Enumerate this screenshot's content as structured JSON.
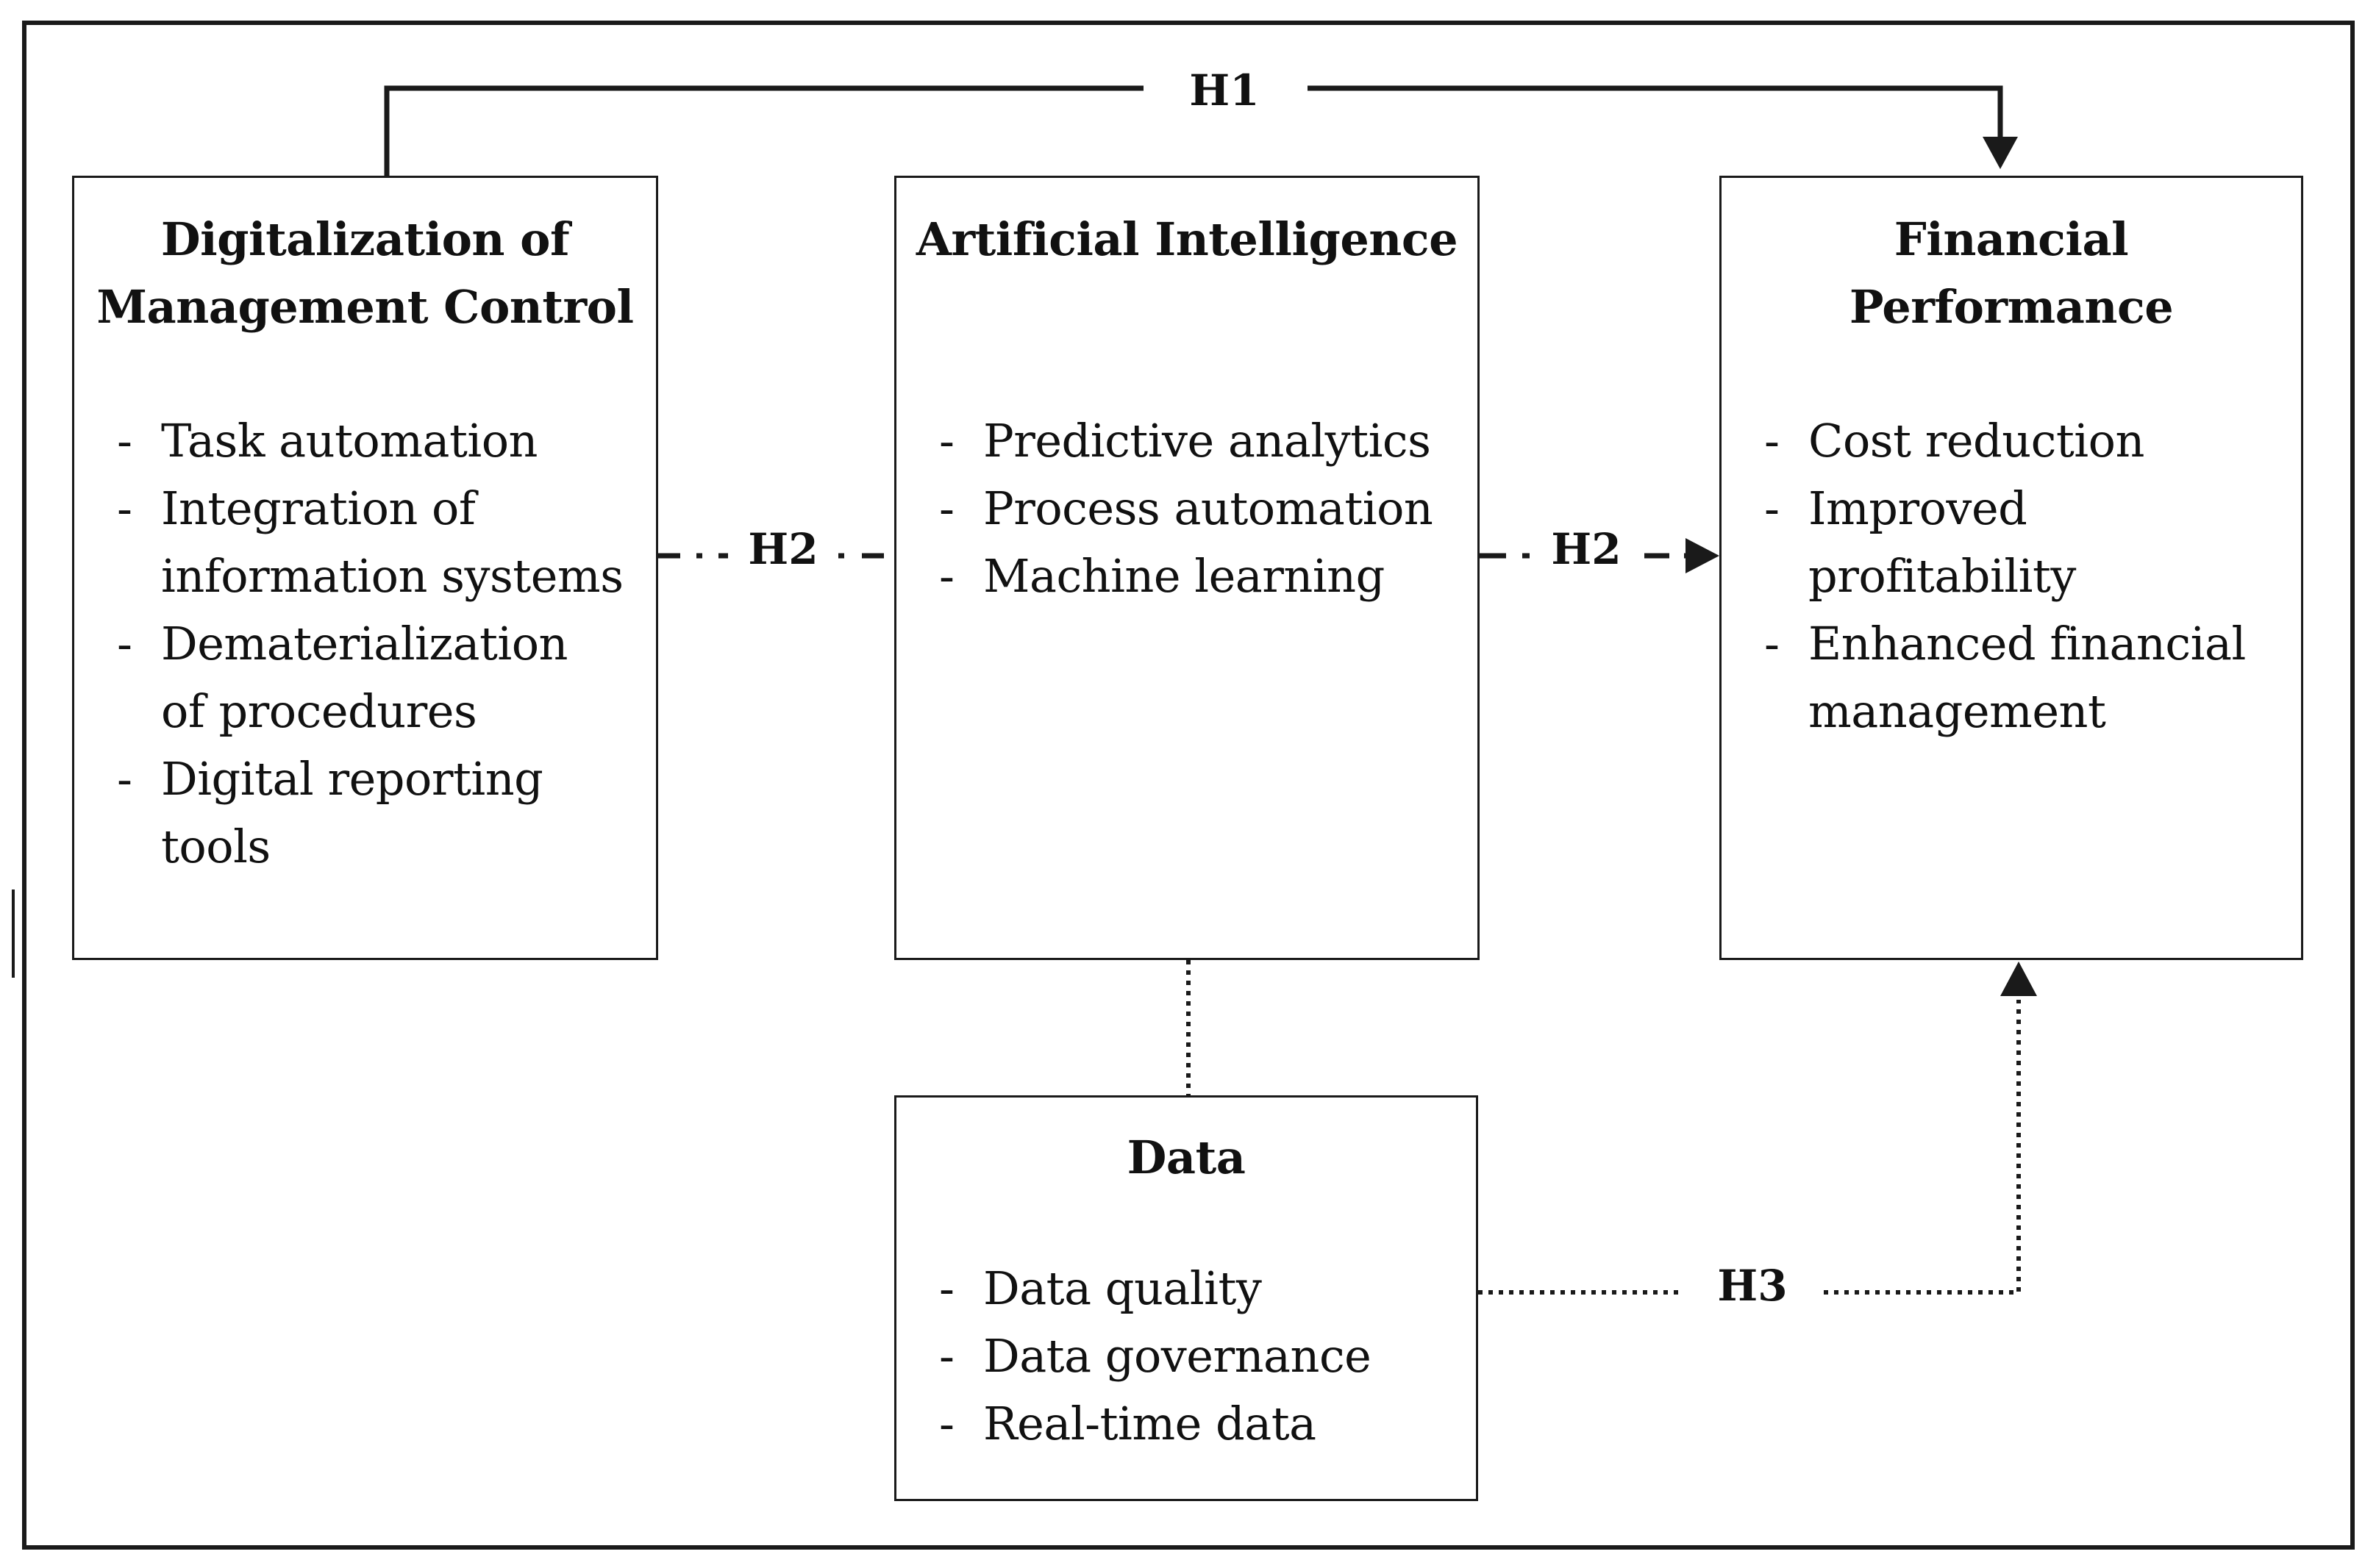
{
  "boxes": {
    "dmc": {
      "title": "Digitalization  of\nManagement Control",
      "items": [
        "Task automation",
        "Integration of\ninformation systems",
        "Dematerialization\nof procedures",
        "Digital reporting\ntools"
      ]
    },
    "ai": {
      "title": "Artificial Intelligence",
      "items": [
        "Predictive analytics",
        "Process automation",
        "Machine learning"
      ]
    },
    "fp": {
      "title": "Financial\nPerformance",
      "items": [
        "Cost reduction",
        "Improved\nprofitability",
        "Enhanced financial\nmanagement"
      ]
    },
    "data": {
      "title": "Data",
      "items": [
        "Data quality",
        "Data governance",
        "Real-time data"
      ]
    }
  },
  "hypotheses": {
    "h1": "H1",
    "h2_left": "H2",
    "h2_right": "H2",
    "h3": "H3"
  },
  "bullet": "-",
  "colors": {
    "line": "#1a1a1a",
    "background": "#ffffff"
  }
}
